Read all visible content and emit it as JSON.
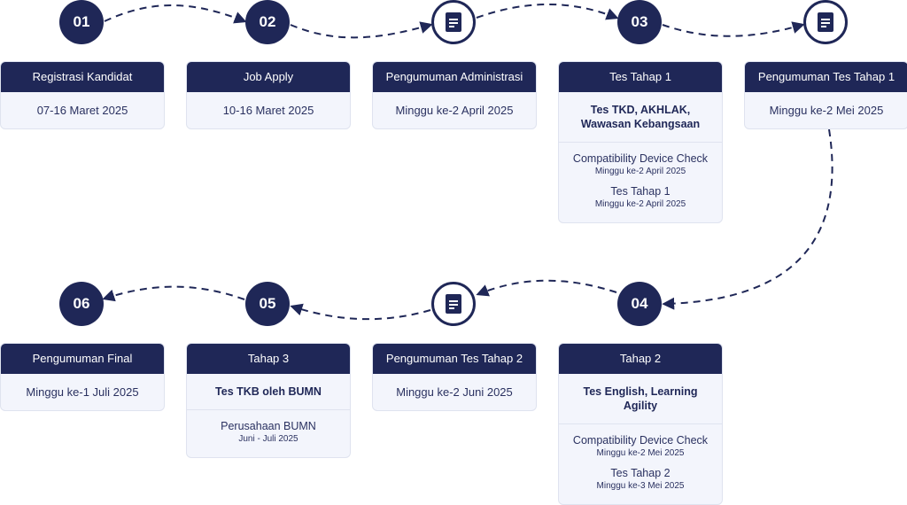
{
  "stages": [
    {
      "node": "01",
      "title": "Registrasi Kandidat",
      "date": "07-16 Maret 2025"
    },
    {
      "node": "02",
      "title": "Job Apply",
      "date": "10-16 Maret 2025"
    },
    {
      "node": "",
      "node_icon": "document-icon",
      "title": "Pengumuman Administrasi",
      "date": "Minggu ke-2 April 2025"
    },
    {
      "node": "03",
      "title": "Tes Tahap 1",
      "subtitle": "Tes TKD, AKHLAK, Wawasan Kebangsaan",
      "items": [
        {
          "title": "Compatibility Device Check",
          "date": "Minggu ke-2 April 2025"
        },
        {
          "title": "Tes Tahap 1",
          "date": "Minggu ke-2 April 2025"
        }
      ]
    },
    {
      "node": "",
      "node_icon": "document-icon",
      "title": "Pengumuman Tes Tahap 1",
      "date": "Minggu ke-2 Mei 2025"
    },
    {
      "node": "04",
      "title": "Tahap 2",
      "subtitle": "Tes English, Learning Agility",
      "items": [
        {
          "title": "Compatibility Device Check",
          "date": "Minggu ke-2 Mei 2025"
        },
        {
          "title": "Tes Tahap 2",
          "date": "Minggu ke-3 Mei 2025"
        }
      ]
    },
    {
      "node": "",
      "node_icon": "document-icon",
      "title": "Pengumuman Tes Tahap 2",
      "date": "Minggu ke-2 Juni 2025"
    },
    {
      "node": "05",
      "title": "Tahap 3",
      "subtitle": "Tes TKB oleh BUMN",
      "items": [
        {
          "title": "Perusahaan BUMN",
          "date": "Juni - Juli 2025"
        }
      ]
    },
    {
      "node": "06",
      "title": "Pengumuman Final",
      "date": "Minggu ke-1 Juli 2025"
    }
  ],
  "colors": {
    "primary": "#1f2757",
    "card_bg": "#f3f5fc",
    "border": "#dfe3ef"
  }
}
